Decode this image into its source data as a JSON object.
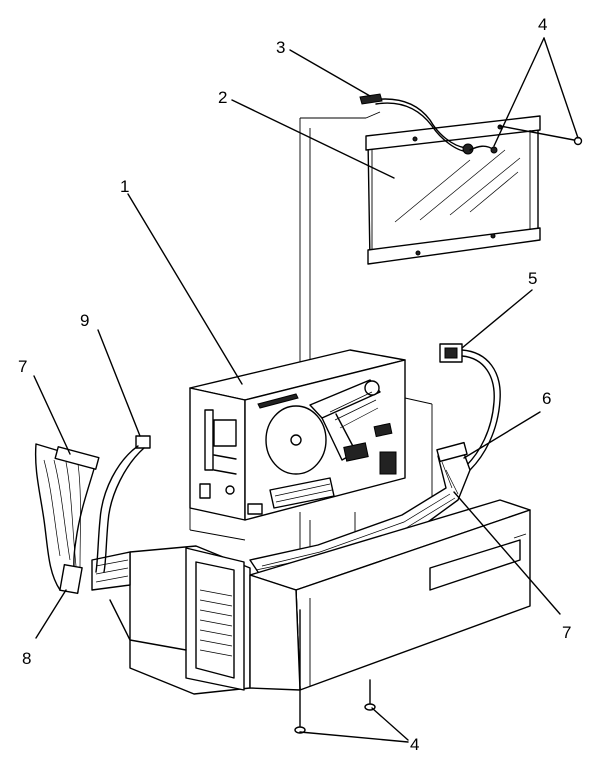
{
  "callouts": [
    {
      "id": "c1",
      "label": "1"
    },
    {
      "id": "c2",
      "label": "2"
    },
    {
      "id": "c3",
      "label": "3"
    },
    {
      "id": "c4a",
      "label": "4"
    },
    {
      "id": "c4b",
      "label": "4"
    },
    {
      "id": "c5",
      "label": "5"
    },
    {
      "id": "c6",
      "label": "6"
    },
    {
      "id": "c7a",
      "label": "7"
    },
    {
      "id": "c7b",
      "label": "7"
    },
    {
      "id": "c8",
      "label": "8"
    },
    {
      "id": "c9",
      "label": "9"
    }
  ]
}
